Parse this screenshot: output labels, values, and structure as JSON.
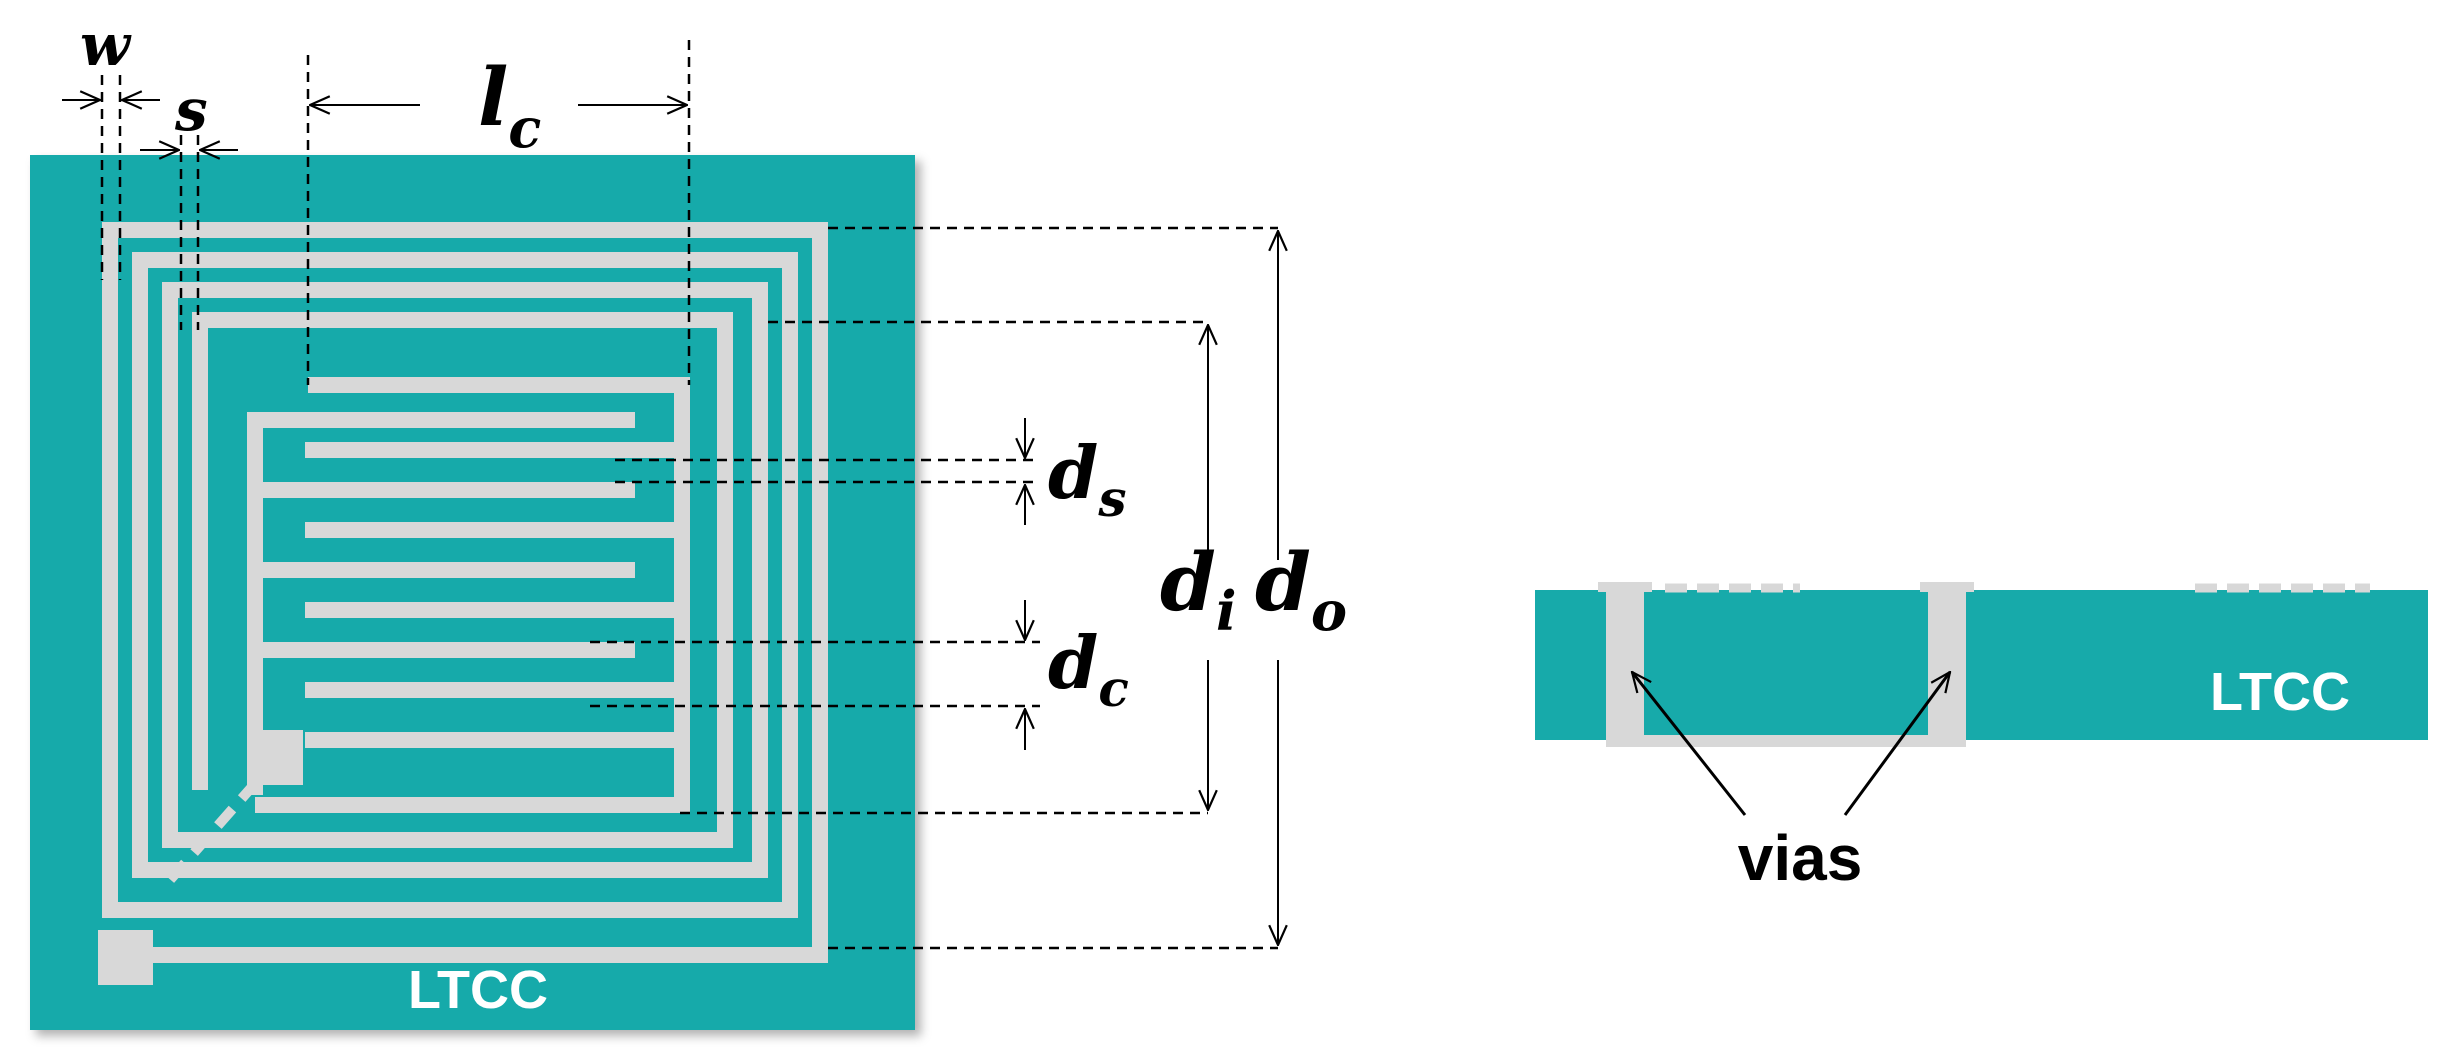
{
  "labels": {
    "w": "w",
    "s": "s",
    "lc_main": "l",
    "lc_sub": "c",
    "ds_main": "d",
    "ds_sub": "s",
    "dc_main": "d",
    "dc_sub": "c",
    "di_main": "d",
    "di_sub": "i",
    "do_main": "d",
    "do_sub": "o",
    "substrate_top": "LTCC",
    "substrate_side": "LTCC",
    "vias": "vias"
  },
  "colors": {
    "substrate": "#17aaaa",
    "conductor": "#d8d8d8",
    "dimension_line": "#000000"
  }
}
